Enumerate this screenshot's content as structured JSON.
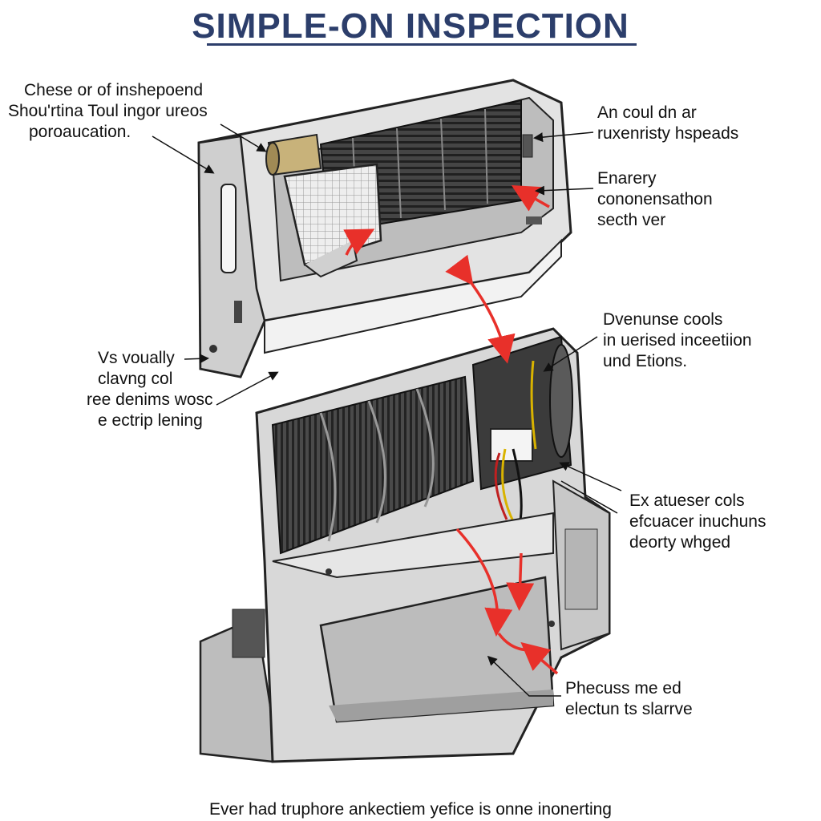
{
  "title": "SIMPLE-ON INSPECTION",
  "callouts": {
    "top_left": [
      "Chese or of inshepoend",
      "Shou'rtina Toul ingor ureos",
      "poroaucation."
    ],
    "top_right": [
      "An coul dn ar",
      "ruxenristy hspeads"
    ],
    "mid_right": [
      "Enarery",
      "cononensathon",
      "secth ver"
    ],
    "left": [
      "Vs voually",
      "clavng col",
      "ree denims wosc",
      "e ectrip lening"
    ],
    "right_upper": [
      "Dvenunse cools",
      "in uerised inceetiion",
      "und Etions."
    ],
    "right_lower": [
      "Ex atueser cols",
      "efcuacer inuchuns",
      "deorty whged"
    ],
    "bottom_right": [
      "Phecuss me ed",
      "electun ts slarrve"
    ]
  },
  "caption": "Ever had truphore ankectiem yefice is onne inonerting",
  "colors": {
    "title": "#2c3e6b",
    "body_gray": "#d8d8d8",
    "coil_dark": "#3a3a3a",
    "arrow_red": "#e8302a",
    "wire_yellow": "#d9b300"
  }
}
